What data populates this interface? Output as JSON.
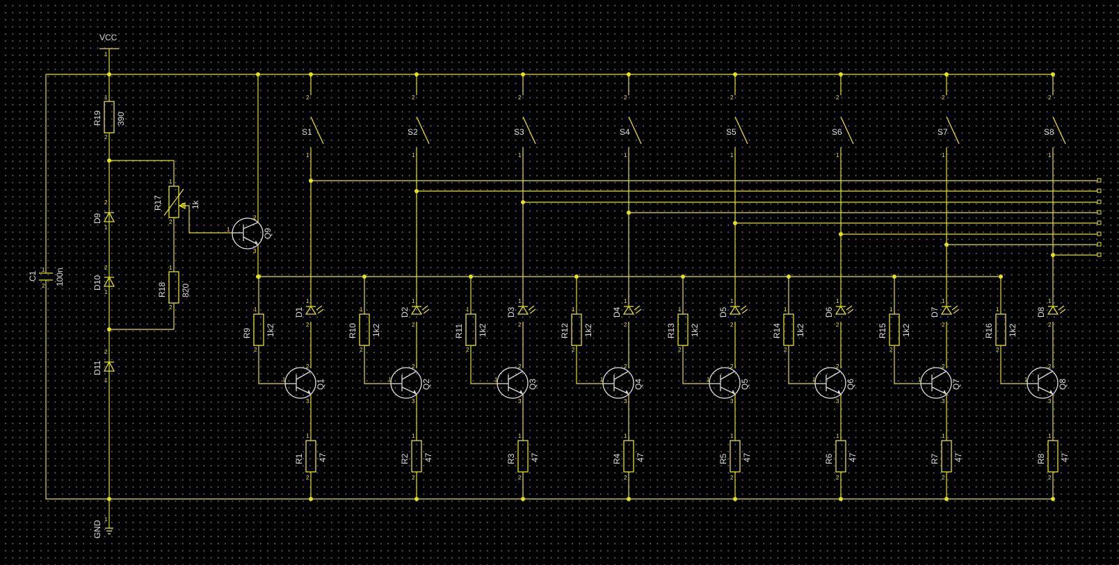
{
  "nets": {
    "vcc": "VCC",
    "gnd": "GND"
  },
  "capacitor": {
    "ref": "C1",
    "value": "100n"
  },
  "bias": {
    "r19": {
      "ref": "R19",
      "value": "390"
    },
    "r17": {
      "ref": "R17",
      "value": "1k"
    },
    "r18": {
      "ref": "R18",
      "value": "820"
    },
    "diodes": [
      "D9",
      "D10",
      "D11"
    ],
    "transistor": "Q9"
  },
  "channels": [
    {
      "switch": "S1",
      "led": "D1",
      "base_res": "R9",
      "base_val": "1k2",
      "transistor": "Q1",
      "emit_res": "R1",
      "emit_val": "47"
    },
    {
      "switch": "S2",
      "led": "D2",
      "base_res": "R10",
      "base_val": "1k2",
      "transistor": "Q2",
      "emit_res": "R2",
      "emit_val": "47"
    },
    {
      "switch": "S3",
      "led": "D3",
      "base_res": "R11",
      "base_val": "1k2",
      "transistor": "Q3",
      "emit_res": "R3",
      "emit_val": "47"
    },
    {
      "switch": "S4",
      "led": "D4",
      "base_res": "R12",
      "base_val": "1k2",
      "transistor": "Q4",
      "emit_res": "R4",
      "emit_val": "47"
    },
    {
      "switch": "S5",
      "led": "D5",
      "base_res": "R13",
      "base_val": "1k2",
      "transistor": "Q5",
      "emit_res": "R5",
      "emit_val": "47"
    },
    {
      "switch": "S6",
      "led": "D6",
      "base_res": "R14",
      "base_val": "1k2",
      "transistor": "Q6",
      "emit_res": "R6",
      "emit_val": "47"
    },
    {
      "switch": "S7",
      "led": "D7",
      "base_res": "R15",
      "base_val": "1k2",
      "transistor": "Q7",
      "emit_res": "R7",
      "emit_val": "47"
    },
    {
      "switch": "S8",
      "led": "D8",
      "base_res": "R16",
      "base_val": "1k2",
      "transistor": "Q8",
      "emit_res": "R8",
      "emit_val": "47"
    }
  ],
  "pin_numbers": [
    "1",
    "2",
    "3"
  ],
  "colors": {
    "wire": "#e6e600",
    "label": "#dcdcdc",
    "background": "#000000",
    "grid": "#5f5f5f"
  }
}
